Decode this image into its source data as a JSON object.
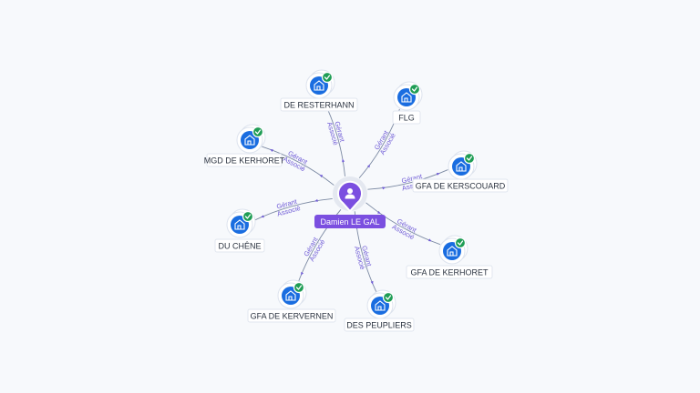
{
  "center": {
    "name": "Damien LE GAL",
    "icon": "person-icon"
  },
  "relation_labels": [
    "Gérant",
    "Associé"
  ],
  "node_icon": "building-icon",
  "status_icon": "check-icon",
  "colors": {
    "center_accent": "#7b4fe0",
    "node_blue": "#1a6de0",
    "status_green": "#1f9d55",
    "edge_label": "#6f5bd6",
    "background": "#f7f9fc"
  },
  "nodes": [
    {
      "name": "DE RESTERHANN"
    },
    {
      "name": "FLG"
    },
    {
      "name": "MGD DE KERHORET"
    },
    {
      "name": "GFA DE KERSCOUARD"
    },
    {
      "name": "DU CHÊNE"
    },
    {
      "name": "GFA DE KERHORET"
    },
    {
      "name": "GFA DE KERVERNEN"
    },
    {
      "name": "DES PEUPLIERS"
    }
  ]
}
